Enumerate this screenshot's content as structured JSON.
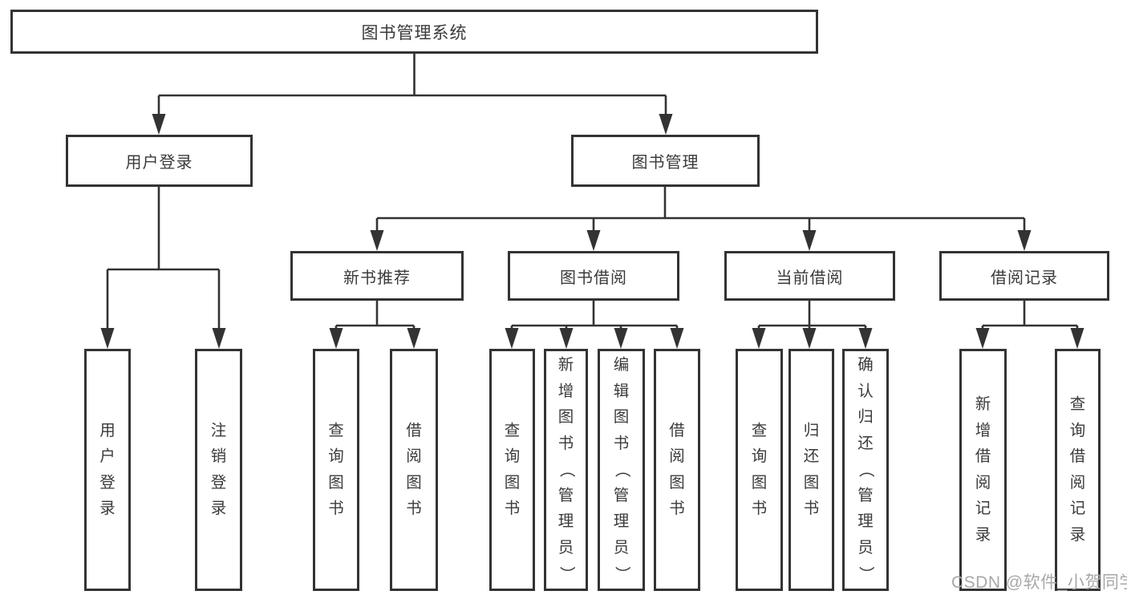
{
  "tree": {
    "root": {
      "label": "图书管理系统"
    },
    "children": [
      {
        "label": "用户登录",
        "children": [
          {
            "label": "用户登录"
          },
          {
            "label": "注销登录"
          }
        ]
      },
      {
        "label": "图书管理",
        "children": [
          {
            "label": "新书推荐",
            "children": [
              {
                "label": "查询图书"
              },
              {
                "label": "借阅图书"
              }
            ]
          },
          {
            "label": "图书借阅",
            "children": [
              {
                "label": "查询图书"
              },
              {
                "label": "新增图书（管理员）"
              },
              {
                "label": "编辑图书（管理员）"
              },
              {
                "label": "借阅图书"
              }
            ]
          },
          {
            "label": "当前借阅",
            "children": [
              {
                "label": "查询图书"
              },
              {
                "label": "归还图书"
              },
              {
                "label": "确认归还（管理员）"
              }
            ]
          },
          {
            "label": "借阅记录",
            "children": [
              {
                "label": "新增借阅记录"
              },
              {
                "label": "查询借阅记录"
              }
            ]
          }
        ]
      }
    ]
  },
  "watermark": {
    "text": "CSDN @软件_小贺同学"
  },
  "colors": {
    "line": "#333333",
    "text": "#3a3a3a",
    "watermark": "#a8a8a8",
    "background": "#ffffff"
  }
}
